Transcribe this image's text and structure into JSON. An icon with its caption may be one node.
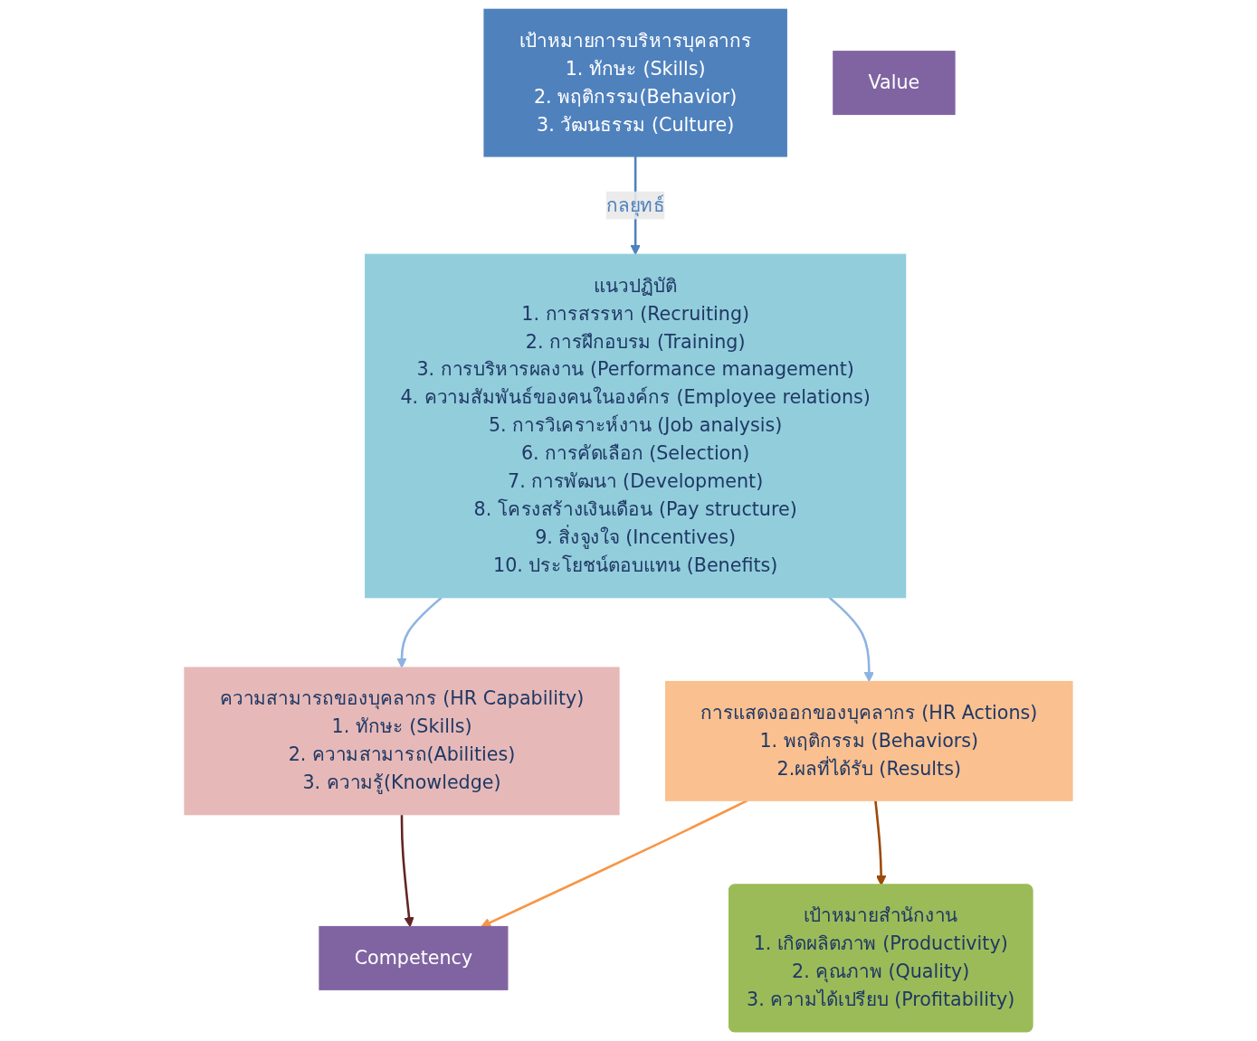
{
  "diagram": {
    "nodes": [
      {
        "text": [
          "เป้าหมายการบริหารบุคลากร",
          "1. ทักษะ (Skills)",
          "2. พฤติกรรม(Behavior)",
          "3. วัฒนธรรม (Culture)"
        ]
      },
      {
        "text": [
          "แนวปฏิบัติ",
          "1. การสรรหา (Recruiting)",
          "2. การฝึกอบรม (Training)",
          "3. การบริหารผลงาน (Performance management)",
          "4. ความสัมพันธ์ของคนในองค์กร (Employee relations)",
          "5. การวิเคราะห์งาน (Job analysis)",
          "6. การคัดเลือก (Selection)",
          "7. การพัฒนา (Development)",
          "8. โครงสร้างเงินเดือน (Pay structure)",
          "9. สิ่งจูงใจ (Incentives)",
          "10. ประโยชน์ตอบแทน (Benefits)"
        ]
      },
      {
        "text": [
          "เป้าหมายสำนักงาน",
          "1. เกิดผลิตภาพ (Productivity)",
          "2. คุณภาพ (Quality)",
          "3. ความได้เปรียบ (Profitability)"
        ]
      },
      {
        "text": [
          "Value"
        ]
      },
      {
        "text": [
          "ความสามารถของบุคลากร (HR Capability)",
          "1. ทักษะ (Skills)",
          "2. ความสามารถ(Abilities)",
          "3. ความรู้(Knowledge)"
        ]
      },
      {
        "text": [
          "การแสดงออกของบุคลากร (HR Actions)",
          "1. พฤติกรรม (Behaviors)",
          "2.ผลที่ได้รับ (Results)"
        ]
      },
      {
        "text": [
          "Competency"
        ]
      }
    ],
    "edges": [
      {
        "from": 0,
        "to": 1,
        "arrow": "to",
        "label": "กลยุทธ์",
        "color": "#4f81bd"
      },
      {
        "from": 1,
        "to": 4,
        "arrow": "to",
        "color": "#8db3e2"
      },
      {
        "from": 1,
        "to": 5,
        "arrow": "to",
        "color": "#8db3e2"
      },
      {
        "from": 5,
        "to": 2,
        "arrow": "to",
        "color": "#9c4a06"
      },
      {
        "from": 4,
        "to": 6,
        "arrow": "to",
        "color": "#632523"
      },
      {
        "from": 5,
        "to": 6,
        "arrow": "to",
        "color": "#f79646"
      }
    ]
  }
}
